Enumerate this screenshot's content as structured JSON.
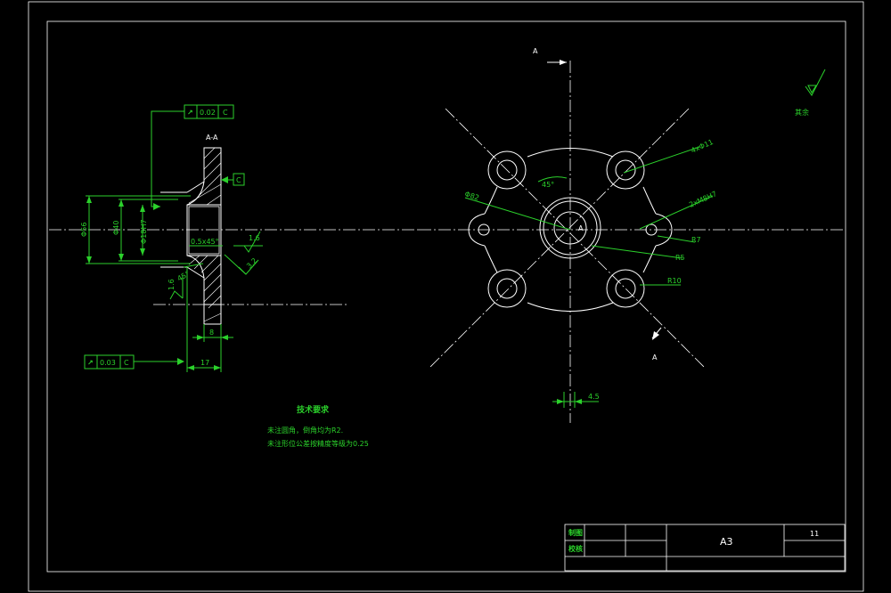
{
  "section": {
    "title": "A-A",
    "datum_c_label": "C",
    "chamfer": "0.5x45°",
    "tol_top": {
      "value": "0.02",
      "datum": "C"
    },
    "tol_bottom": {
      "value": "0.03",
      "datum": "C"
    },
    "dim_8": "8",
    "dim_17": "17",
    "dim_d56": "Φ56",
    "dim_d40": "Φ40",
    "dim_bore": "Φ18H7",
    "rough_16a": "1.6",
    "rough_16b": "1.6",
    "rough_32": "3.2",
    "angle_45": "45°"
  },
  "plan": {
    "view_label_top": "A",
    "view_label_bottom": "A",
    "center_label": "A",
    "angle": "45°",
    "holes": "4xΦ11",
    "dia_82": "Φ82",
    "thread": "2xM8H7",
    "r7": "R7",
    "r5": "R5",
    "r10": "R10",
    "dim_45": "4.5"
  },
  "roughness_remaining": "其余",
  "tech": {
    "title": "技术要求",
    "line1": "未注圆角，倒角均为R2.",
    "line2": "未注形位公差按精度等级为0.25"
  },
  "title_block": {
    "drawing_label": "制图",
    "check_label": "校核",
    "sheet_size": "A3",
    "number": "11"
  }
}
